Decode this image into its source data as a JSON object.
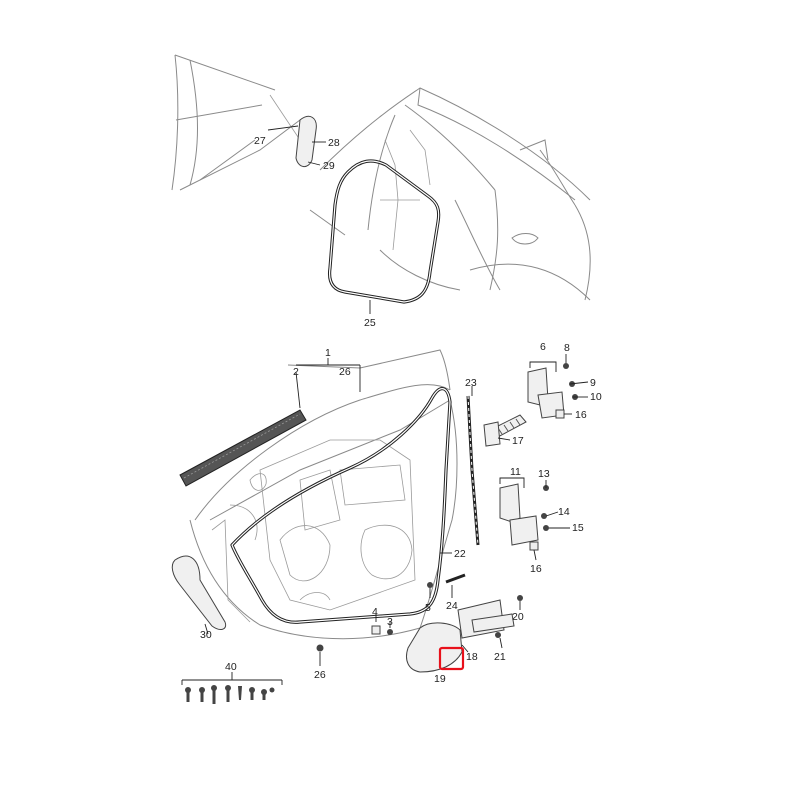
{
  "diagram": {
    "callouts": [
      "1",
      "2",
      "26",
      "3",
      "4",
      "5",
      "6",
      "8",
      "9",
      "10",
      "16",
      "11",
      "13",
      "14",
      "15",
      "16",
      "17",
      "18",
      "19",
      "20",
      "21",
      "22",
      "23",
      "24",
      "25",
      "26",
      "27",
      "28",
      "29",
      "30",
      "40"
    ],
    "highlight_color": "#e8111b"
  }
}
